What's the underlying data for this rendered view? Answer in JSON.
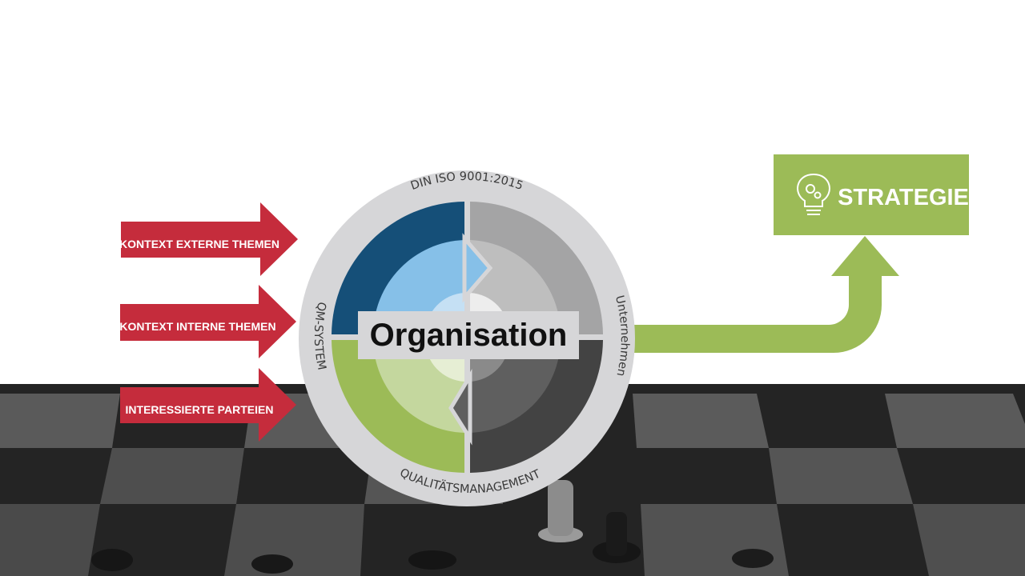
{
  "inputs": [
    {
      "label": "KONTEXT EXTERNE THEMEN"
    },
    {
      "label": "KONTEXT INTERNE THEMEN"
    },
    {
      "label": "INTERESSIERTE PARTEIEN"
    }
  ],
  "cycle": {
    "top_label": "DIN ISO 9001:2015",
    "left_label": "QM-SYSTEM",
    "right_label": "Unternehmen",
    "bottom_label": "QUALITÄTSMANAGEMENT",
    "center_title": "Organisation"
  },
  "output": {
    "label": "STRATEGIE",
    "icon": "lightbulb-gears-icon"
  },
  "colors": {
    "arrow_red": "#c52c3c",
    "green": "#9cbb57",
    "dark_blue": "#154f78",
    "light_blue": "#86c0e8",
    "ring_grey": "#d6d6d8",
    "board_dark": "#2a2a2a"
  }
}
